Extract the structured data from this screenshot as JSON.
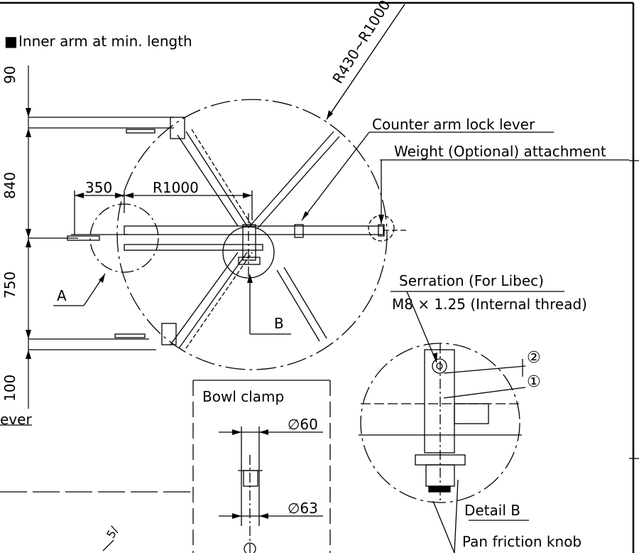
{
  "header": {
    "marker": "■",
    "title": "Inner arm at min. length"
  },
  "dims": {
    "reach": "R430~R1000",
    "d350": "350",
    "r1000": "R1000",
    "v90": "90",
    "v840": "840",
    "v750": "750",
    "v100": "100"
  },
  "callouts": {
    "counter_lock": "Counter arm lock lever",
    "weight": "Weight (Optional) attachment",
    "detail_a": "A",
    "detail_b": "B",
    "lever_partial": "ever"
  },
  "bowl_clamp": {
    "title": "Bowl clamp",
    "d60": "∅60",
    "d63": "∅63"
  },
  "detail_b": {
    "serration": "Serration (For Libec)",
    "thread": "M8 × 1.25 (Internal thread)",
    "num2": "②",
    "num1": "①",
    "title": "Detail B",
    "pan_friction": "Pan friction knob"
  },
  "partial_fragment": "5/"
}
